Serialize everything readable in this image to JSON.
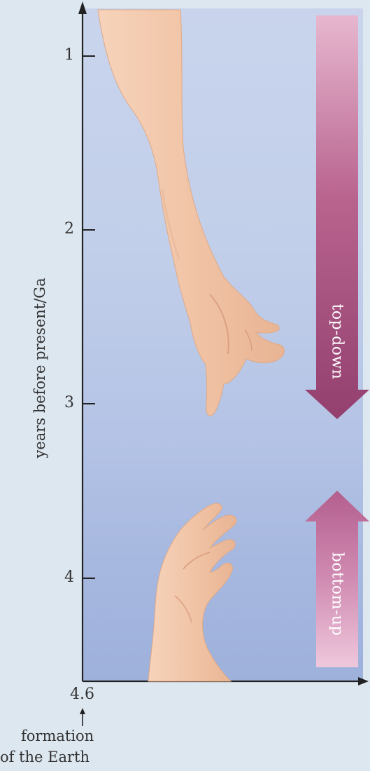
{
  "axis": {
    "ylabel": "years before present/Ga",
    "ticks": [
      "1",
      "2",
      "3",
      "4"
    ],
    "bottom_label": "4.6"
  },
  "arrows": {
    "top_down_label": "top-down",
    "bottom_up_label": "bottom-up",
    "top_down_color": "#a24d7d",
    "bottom_up_color": "#c97aa8"
  },
  "footnote": {
    "line1": "formation",
    "line2": "of the Earth"
  },
  "colors": {
    "skin": "#f3c9ab",
    "background": "#dde7f0"
  }
}
